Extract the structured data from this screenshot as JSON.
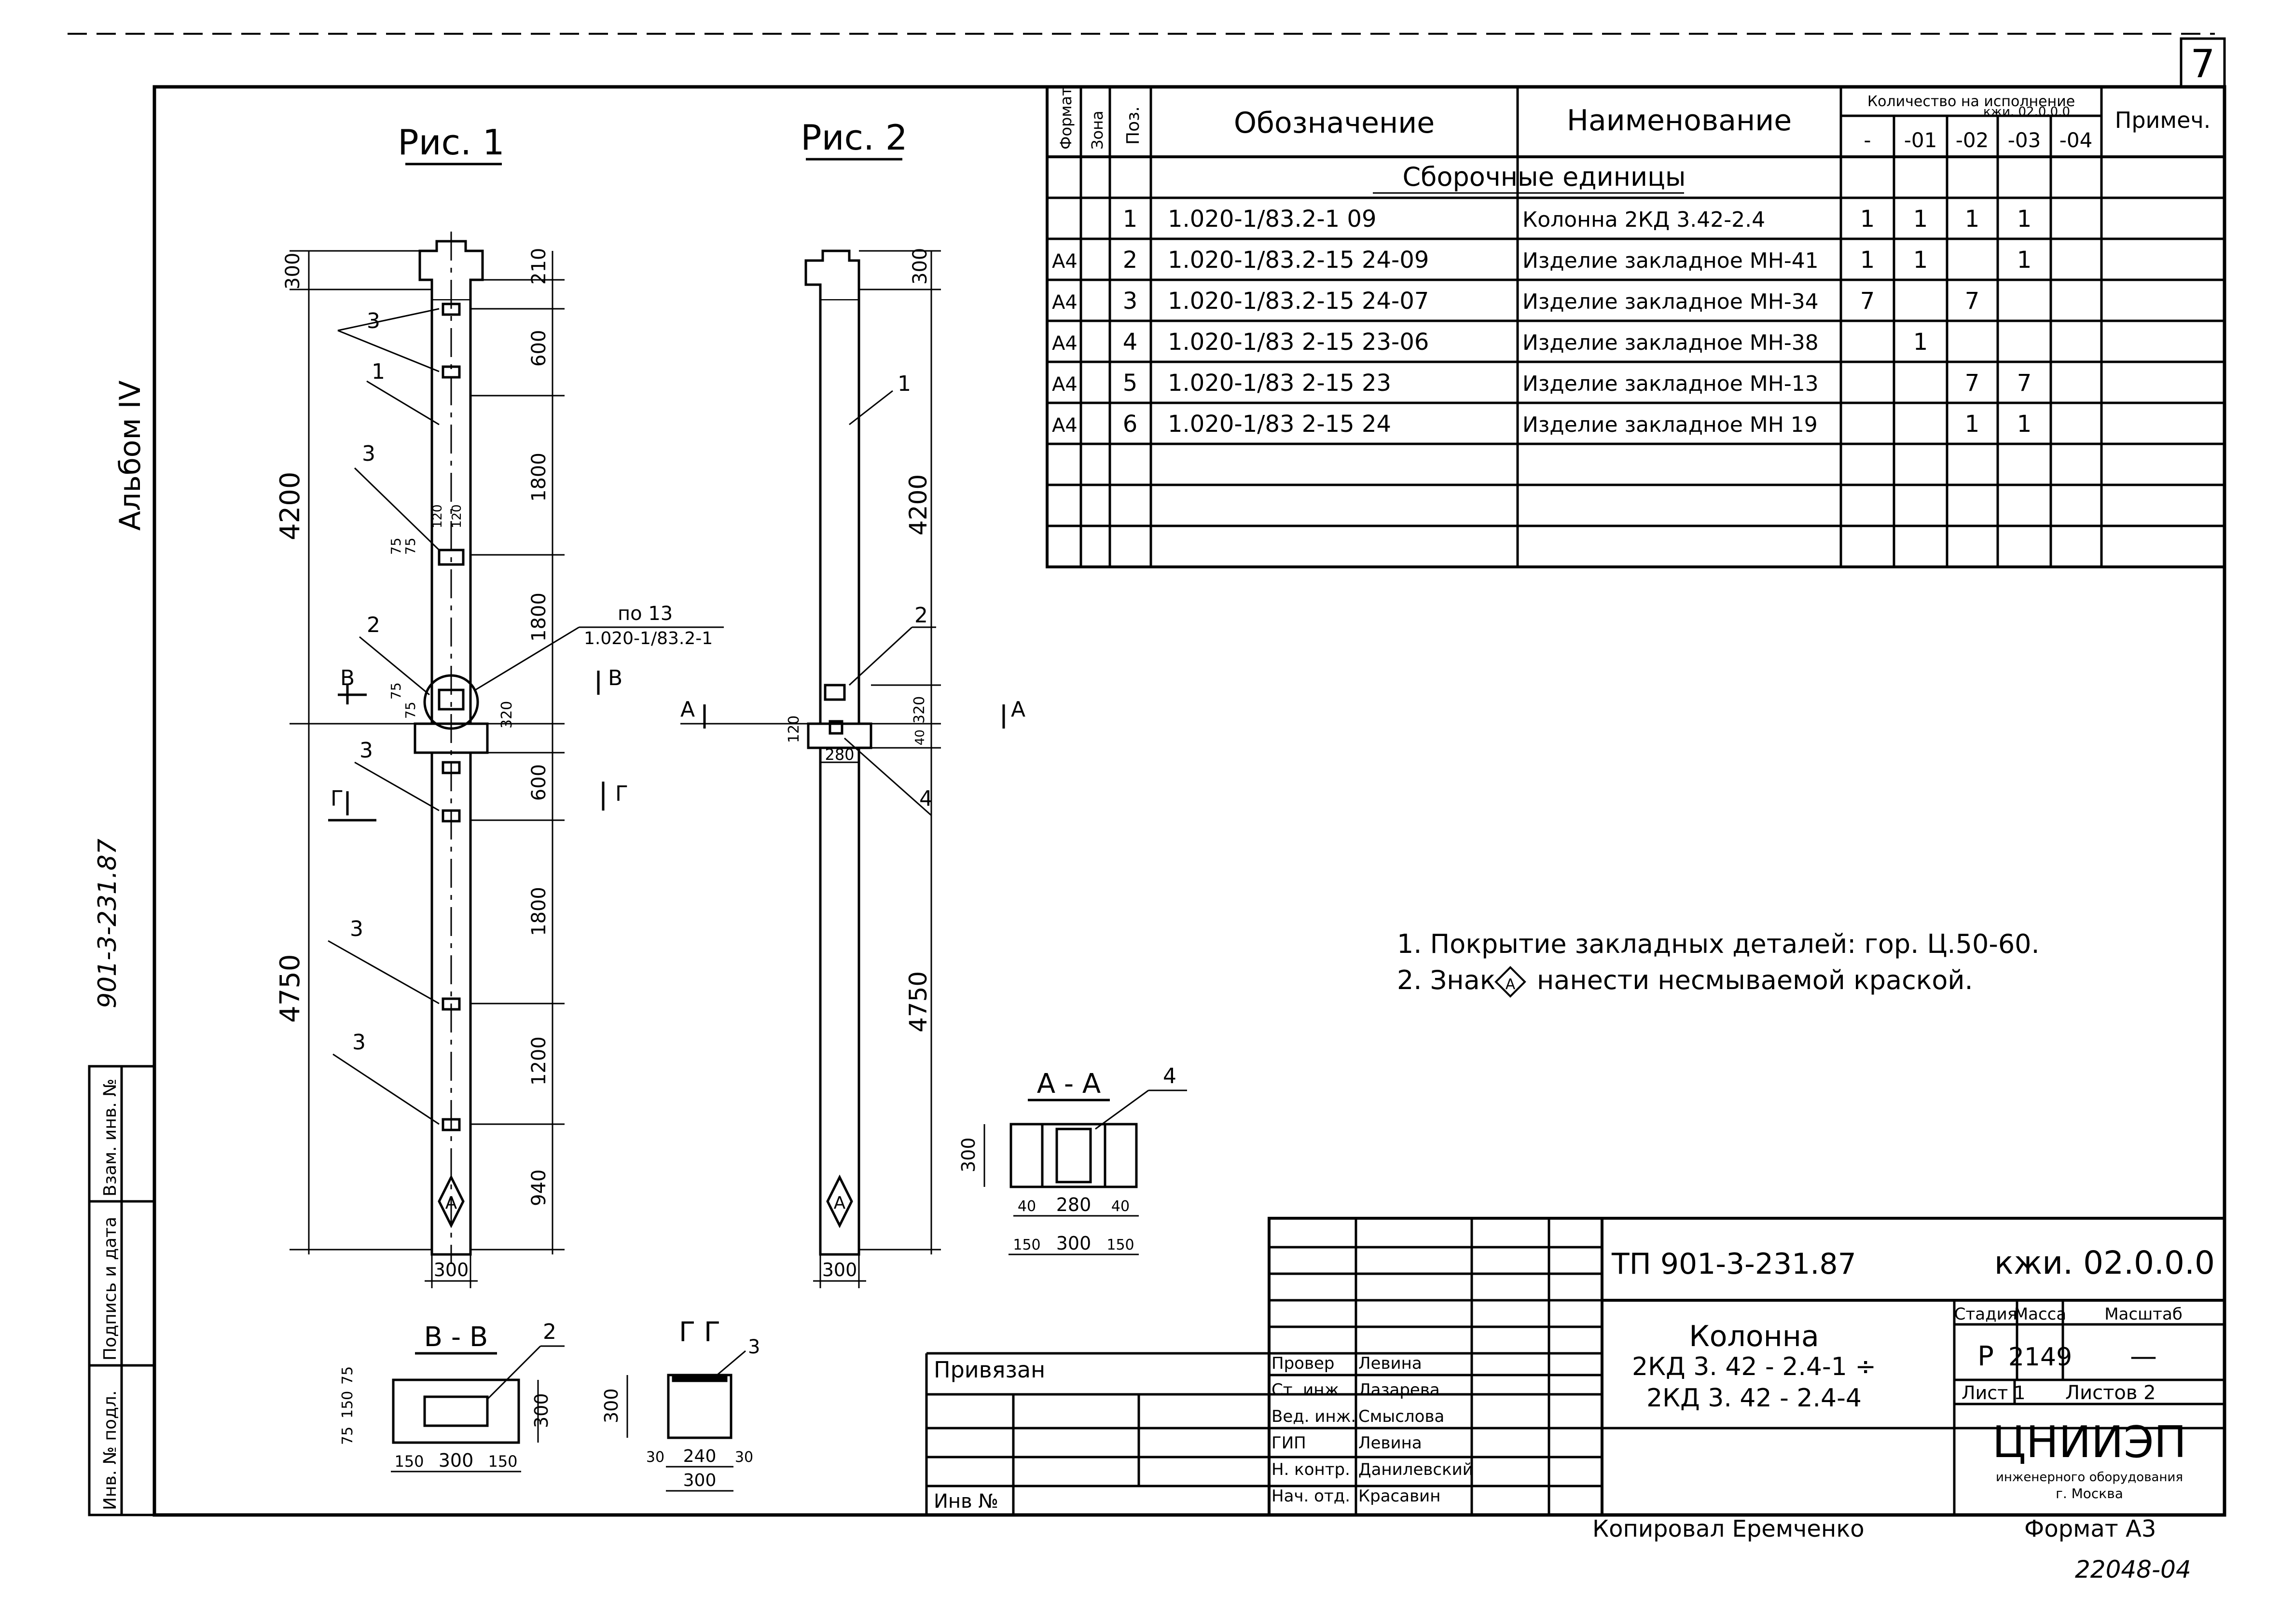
{
  "sheet_number": "7",
  "album": "Альбом IV",
  "project_side": "901-3-231.87",
  "side_stamp": {
    "inv_podl": "Инв. № подл.",
    "podpis": "Подпись и дата",
    "vzam": "Взам. инв. №"
  },
  "fig1": {
    "title": "Рис. 1",
    "dims_left": [
      "300",
      "4200",
      "4750"
    ],
    "dims_right": [
      "210",
      "600",
      "1800",
      "1800",
      "600",
      "1800",
      "1200",
      "940"
    ],
    "small_dims": [
      "120",
      "120",
      "75",
      "75",
      "75",
      "75",
      "320"
    ],
    "bottom_dim": "300",
    "pos_labels": [
      "3",
      "1",
      "3",
      "2",
      "3",
      "3",
      "3"
    ],
    "node_ref": [
      "по 13",
      "1.020-1/83.2-1"
    ],
    "section_marks": [
      "В",
      "В",
      "Г",
      "Г"
    ],
    "mark": "А"
  },
  "fig2": {
    "title": "Рис. 2",
    "dims": [
      "300",
      "4200",
      "4750",
      "320",
      "40",
      "120",
      "280"
    ],
    "bottom_dim": "300",
    "pos_labels": [
      "1",
      "2",
      "4"
    ],
    "section_marks": [
      "А",
      "А"
    ],
    "mark": "А"
  },
  "section_AA": {
    "title": "А - А",
    "pos": "4",
    "dims": [
      "300",
      "40",
      "280",
      "40",
      "150",
      "300",
      "150"
    ]
  },
  "section_VV": {
    "title": "В - В",
    "pos": "2",
    "dims": [
      "75",
      "150",
      "75",
      "300",
      "150",
      "300",
      "150"
    ]
  },
  "section_GG": {
    "title": "Г  Г",
    "pos": "3",
    "dims": [
      "300",
      "30",
      "240",
      "30",
      "300"
    ]
  },
  "spec": {
    "headers": {
      "format": "Формат",
      "zone": "Зона",
      "pos": "Поз.",
      "designation": "Обозначение",
      "name": "Наименование",
      "qty": "Количество на исполнение",
      "qty_sub": "кжи. 02.0.0.0",
      "variants": [
        "-",
        "-01",
        "-02",
        "-03",
        "-04"
      ],
      "note": "Примеч."
    },
    "section_title": "Сборочные единицы",
    "rows": [
      {
        "format": "",
        "pos": "1",
        "designation": "1.020-1/83.2-1      09",
        "name": "Колонна  2КД 3.42-2.4",
        "q": [
          "1",
          "1",
          "1",
          "1",
          ""
        ]
      },
      {
        "format": "А4",
        "pos": "2",
        "designation": "1.020-1/83.2-15   24-09",
        "name": "Изделие закладное   МН-41",
        "q": [
          "1",
          "1",
          "",
          "1",
          ""
        ]
      },
      {
        "format": "А4",
        "pos": "3",
        "designation": "1.020-1/83.2-15   24-07",
        "name": "Изделие закладное   МН-34",
        "q": [
          "7",
          "",
          "7",
          "",
          ""
        ]
      },
      {
        "format": "А4",
        "pos": "4",
        "designation": "1.020-1/83 2-15   23-06",
        "name": "Изделие закладное   МН-38",
        "q": [
          "",
          "1",
          "",
          "",
          ""
        ]
      },
      {
        "format": "А4",
        "pos": "5",
        "designation": "1.020-1/83 2-15   23",
        "name": "Изделие закладное   МН-13",
        "q": [
          "",
          "",
          "7",
          "7",
          ""
        ]
      },
      {
        "format": "А4",
        "pos": "6",
        "designation": "1.020-1/83 2-15   24",
        "name": "Изделие закладное  МН 19",
        "q": [
          "",
          "",
          "1",
          "1",
          ""
        ]
      }
    ]
  },
  "notes": [
    "1. Покрытие закладных деталей: гор. Ц.50-60.",
    "2. Знак",
    "нанести несмываемой краской."
  ],
  "note_mark": "А",
  "title_block": {
    "doc_code": "ТП 901-3-231.87",
    "designation": "кжи. 02.0.0.0",
    "name_lines": [
      "Колонна",
      "2КД 3. 42 - 2.4-1 ÷",
      "2КД 3. 42 - 2.4-4"
    ],
    "stage_label": "Стадия",
    "mass_label": "Масса",
    "scale_label": "Масштаб",
    "stage": "Р",
    "mass": "2149",
    "scale": "—",
    "sheet_label": "Лист 1",
    "sheets_label": "Листов 2",
    "org": "ЦНИИЭП",
    "org_sub": "инженерного оборудования",
    "org_city": "г. Москва",
    "privyazan": "Привязан",
    "inv_no": "Инв №",
    "roles": [
      "Провер",
      "Ст. инж.",
      "Вед. инж.",
      "ГИП",
      "Н. контр.",
      "Нач. отд."
    ],
    "names": [
      "Левина",
      "Лазарева",
      "Смыслова",
      "Левина",
      "Данилевский",
      "Красавин"
    ]
  },
  "copied_by": "Копировал Еремченко",
  "format": "Формат А3",
  "order_no": "22048-04"
}
